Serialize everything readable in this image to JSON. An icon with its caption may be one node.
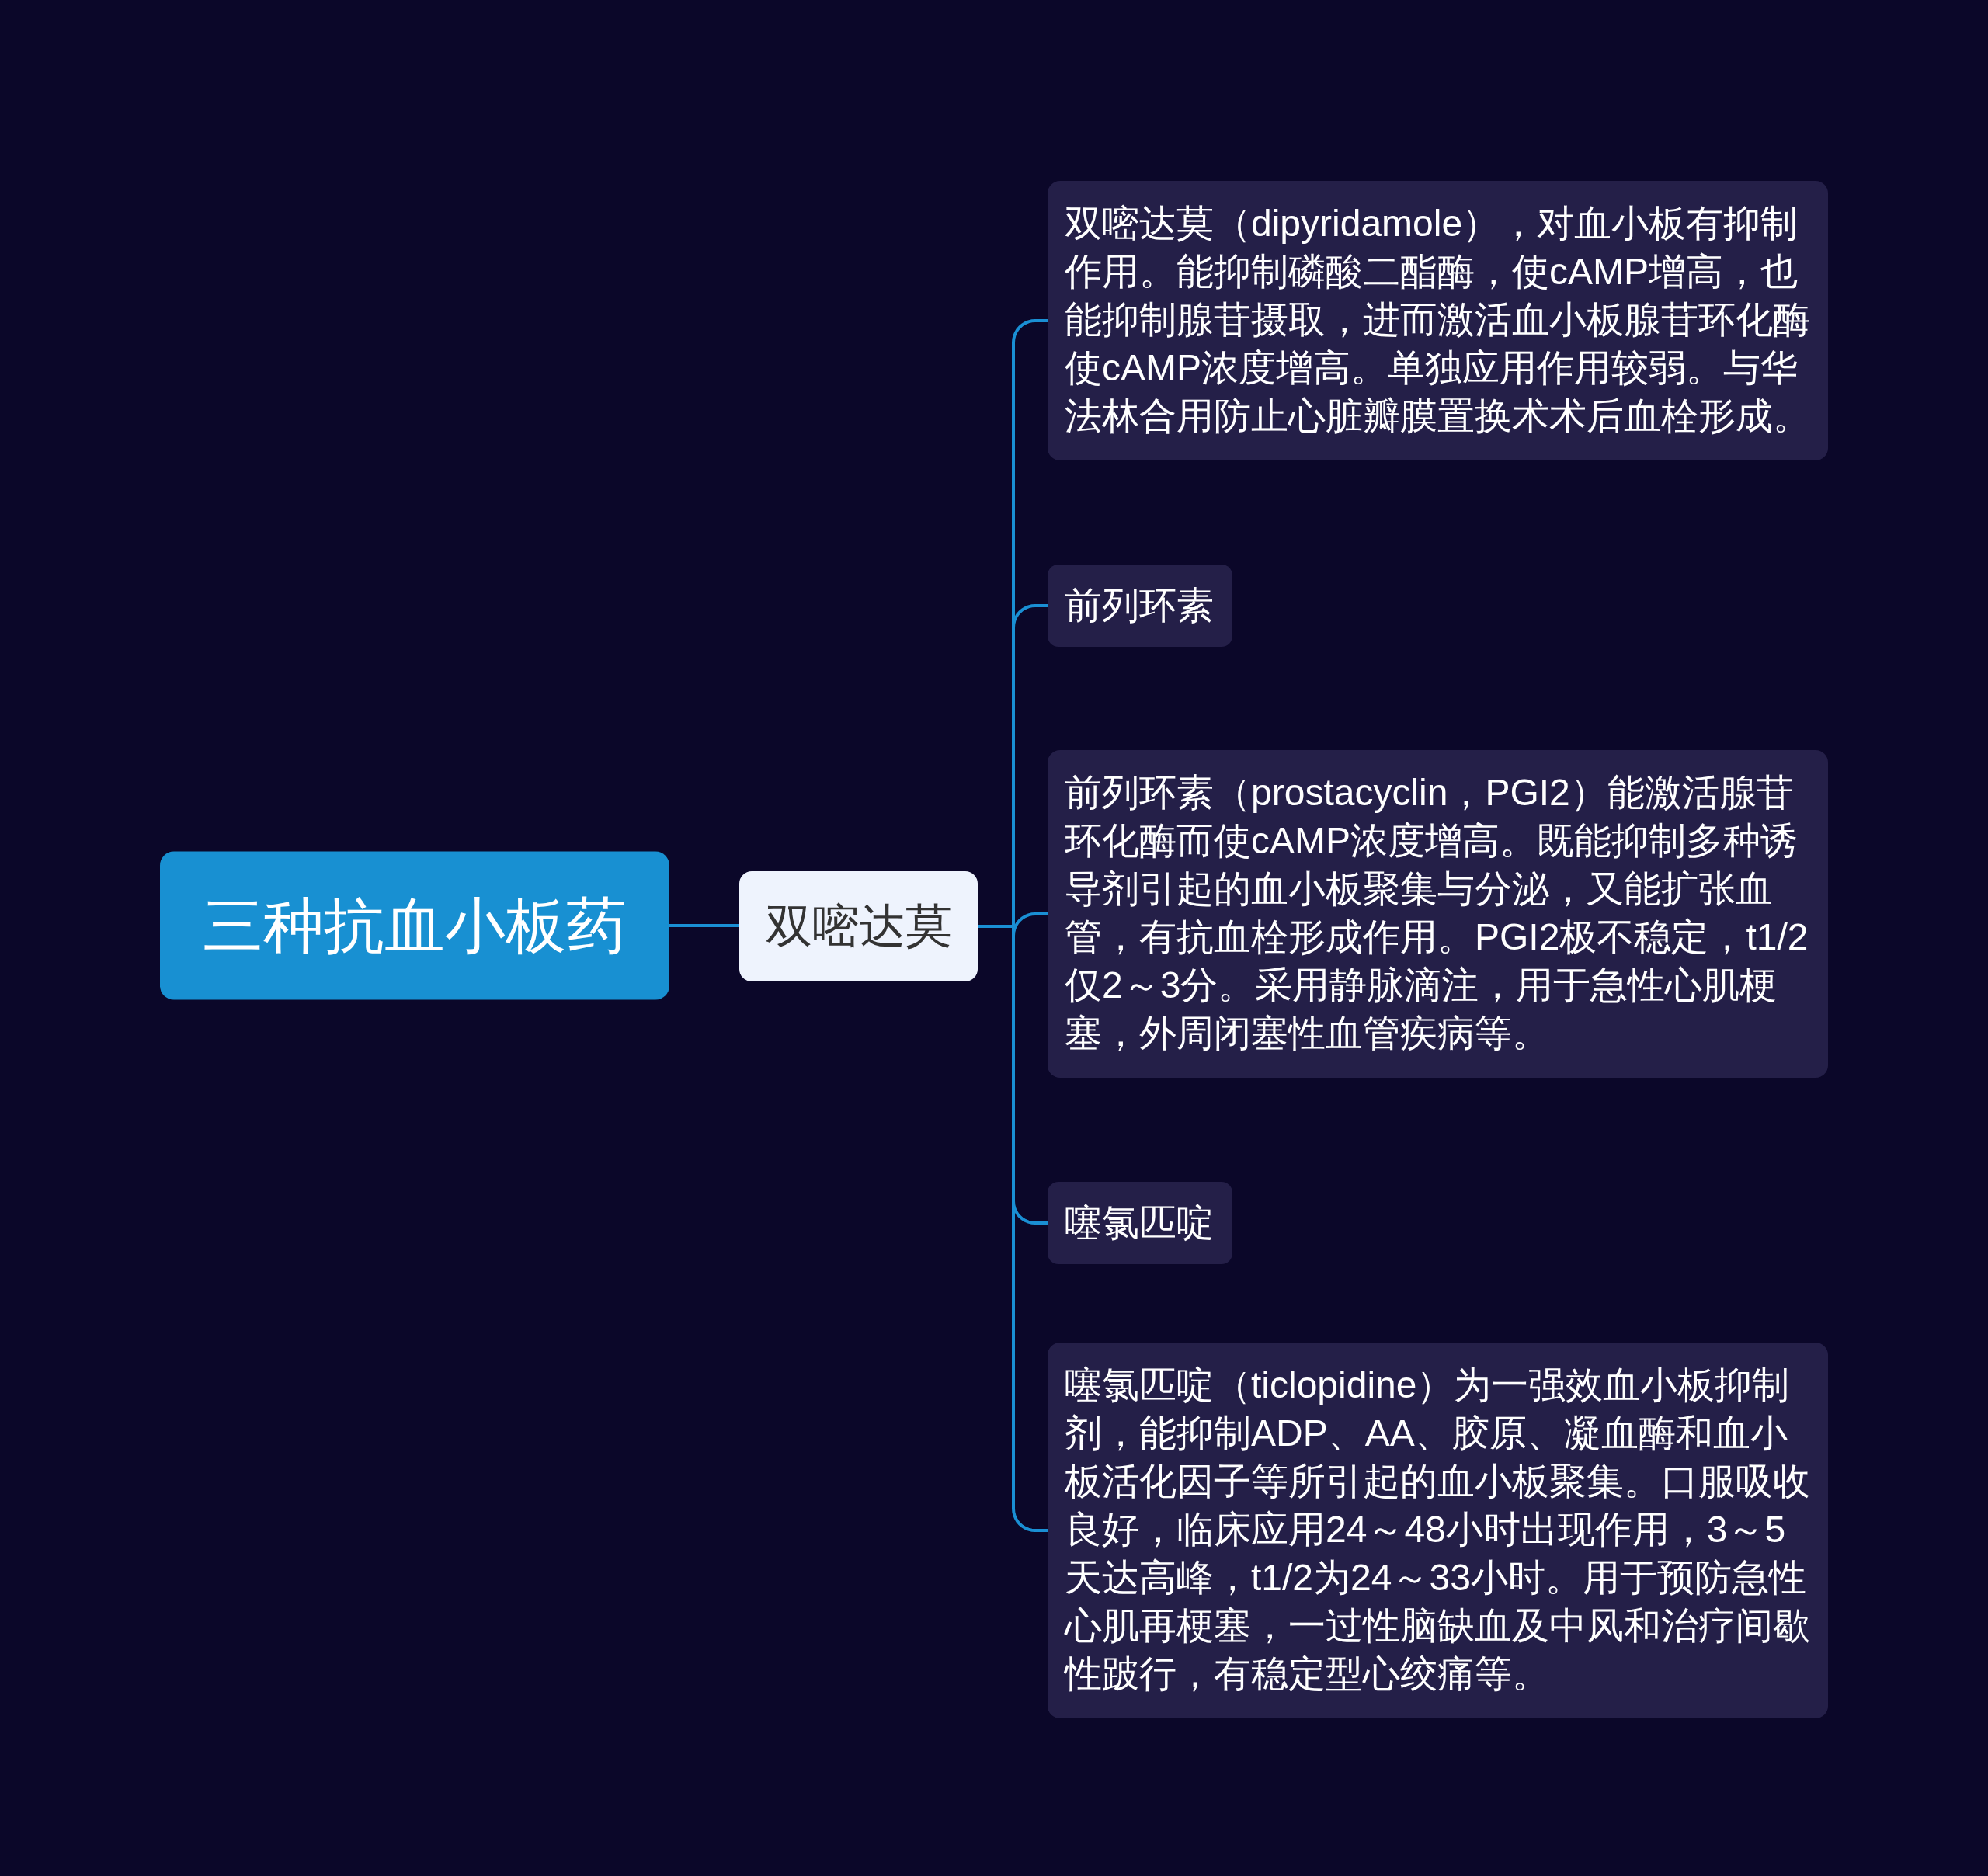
{
  "diagram": {
    "nodes": [
      {
        "text": [
          "三种抗血小板药"
        ]
      },
      {
        "text": [
          "双嘧达莫"
        ]
      },
      {
        "text": [
          "双嘧达莫（dipyridamole），对血小板有抑制作用。能抑制磷酸二酯酶，使cAMP增高，也能抑制腺苷摄取，进而激活血小板腺苷环化酶使cAMP浓度增高。单独应用作用较弱。与华法林合用防止心脏瓣膜置换术术后血栓形成。"
        ]
      },
      {
        "text": [
          "前列环素"
        ]
      },
      {
        "text": [
          "前列环素（prostacyclin，PGI2）能激活腺苷环化酶而使cAMP浓度增高。既能抑制多种诱导剂引起的血小板聚集与分泌，又能扩张血管，有抗血栓形成作用。PGI2极不稳定，t1/2仅2～3分。采用静脉滴注，用于急性心肌梗塞，外周闭塞性血管疾病等。"
        ]
      },
      {
        "text": [
          "噻氯匹啶"
        ]
      },
      {
        "text": [
          "噻氯匹啶（ticlopidine）为一强效血小板抑制剂，能抑制ADP、AA、胶原、凝血酶和血小板活化因子等所引起的血小板聚集。口服吸收良好，临床应用24～48小时出现作用，3～5天达高峰，t1/2为24～33小时。用于预防急性心肌再梗塞，一过性脑缺血及中风和治疗间歇性跛行，有稳定型心绞痛等。"
        ]
      }
    ],
    "edges": [
      {
        "from": 0,
        "to": 1,
        "arrow": "none"
      },
      {
        "from": 1,
        "to": 2,
        "arrow": "none"
      },
      {
        "from": 1,
        "to": 3,
        "arrow": "none"
      },
      {
        "from": 1,
        "to": 4,
        "arrow": "none"
      },
      {
        "from": 1,
        "to": 5,
        "arrow": "none"
      },
      {
        "from": 1,
        "to": 6,
        "arrow": "none"
      }
    ]
  }
}
